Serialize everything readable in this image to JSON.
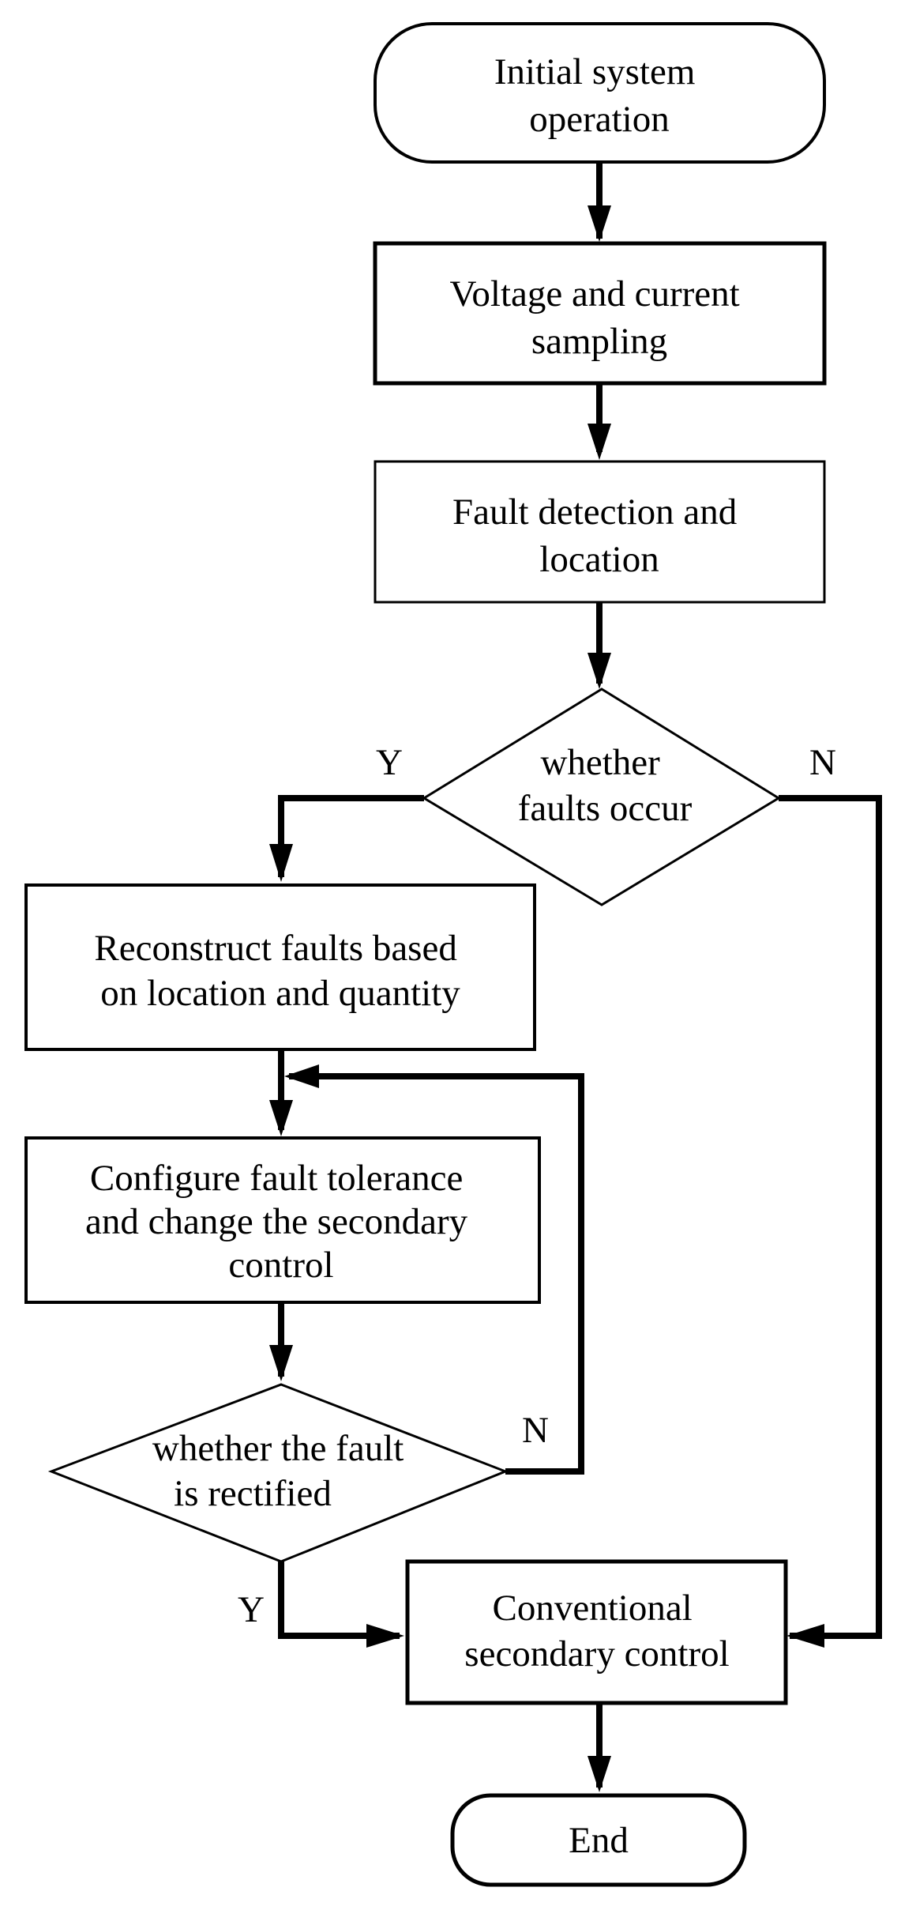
{
  "nodes": {
    "start": {
      "lines": [
        "Initial system",
        "operation"
      ]
    },
    "sampling": {
      "lines": [
        "Voltage and current",
        "sampling"
      ]
    },
    "detection": {
      "lines": [
        "Fault detection and",
        "location"
      ]
    },
    "decision_faults": {
      "lines": [
        "whether",
        "faults occur"
      ]
    },
    "reconstruct": {
      "lines": [
        "Reconstruct faults based",
        "on location and quantity"
      ]
    },
    "configure": {
      "lines": [
        "Configure fault tolerance",
        "and change the secondary",
        "control"
      ]
    },
    "decision_rectified": {
      "lines": [
        "whether the fault",
        "is rectified"
      ]
    },
    "conventional": {
      "lines": [
        "Conventional",
        "secondary control"
      ]
    },
    "end": {
      "lines": [
        "End"
      ]
    }
  },
  "edge_labels": {
    "faults_yes": "Y",
    "faults_no": "N",
    "rectified_no": "N",
    "rectified_yes": "Y"
  }
}
